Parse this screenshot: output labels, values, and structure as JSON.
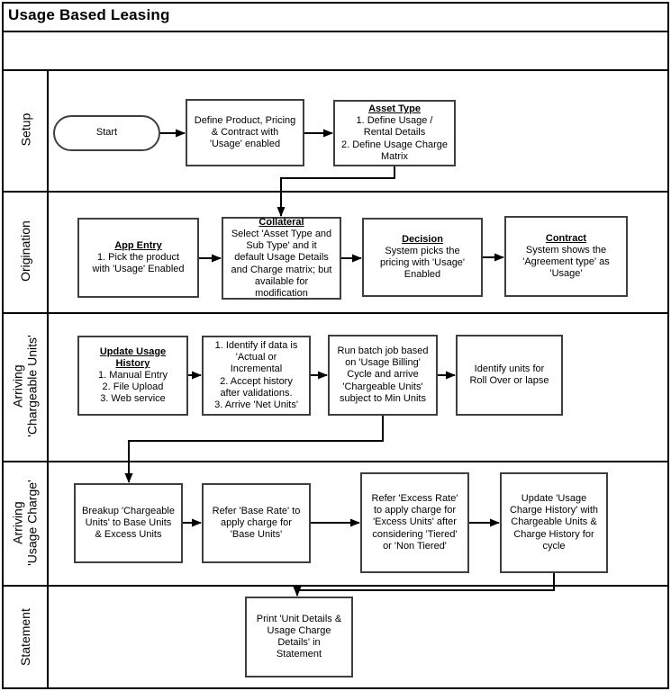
{
  "title": "Usage Based Leasing",
  "lanes": [
    {
      "label": "Setup"
    },
    {
      "label": "Origination"
    },
    {
      "label": "Arriving\n'Chargeable Units'"
    },
    {
      "label": "Arriving\n'Usage Charge'"
    },
    {
      "label": "Statement"
    }
  ],
  "nodes": {
    "start": {
      "body": "Start"
    },
    "define_product": {
      "body": "Define Product, Pricing\n& Contract with\n'Usage' enabled"
    },
    "asset_type": {
      "header": "Asset Type",
      "body": "1. Define Usage /\nRental Details\n2. Define Usage Charge\nMatrix"
    },
    "app_entry": {
      "header": "App Entry",
      "body": "1. Pick the product\nwith 'Usage' Enabled"
    },
    "collateral": {
      "header": "Collateral",
      "body": "Select 'Asset Type and\nSub Type' and it\ndefault Usage Details\nand Charge matrix; but\navailable for\nmodification"
    },
    "decision": {
      "header": "Decision",
      "body": "System picks the\npricing with 'Usage'\nEnabled"
    },
    "contract": {
      "header": "Contract",
      "body": "System shows the\n'Agreement type' as\n'Usage'"
    },
    "update_usage_history": {
      "header": "Update Usage\nHistory",
      "body": "1. Manual Entry\n2. File Upload\n3. Web service"
    },
    "identify_data": {
      "body": "1. Identify if data is\n'Actual or\nIncremental\n2. Accept history\nafter validations.\n3. Arrive 'Net Units'"
    },
    "run_batch": {
      "body": "Run batch job based\non 'Usage Billing'\nCycle and arrive\n'Chargeable Units'\nsubject to Min Units"
    },
    "identify_units": {
      "body": "Identify units for\nRoll Over or lapse"
    },
    "breakup": {
      "body": "Breakup 'Chargeable\nUnits' to Base Units\n& Excess Units"
    },
    "refer_base": {
      "body": "Refer 'Base Rate' to\napply charge for\n'Base Units'"
    },
    "refer_excess": {
      "body": "Refer 'Excess Rate'\nto apply charge for\n'Excess Units' after\nconsidering 'Tiered'\nor 'Non Tiered'"
    },
    "update_history": {
      "body": "Update 'Usage\nCharge History' with\nChargeable Units &\nCharge History for\ncycle"
    },
    "print_statement": {
      "body": "Print 'Unit Details &\nUsage Charge\nDetails' in\nStatement"
    }
  },
  "colors": {
    "line": "#000000",
    "box_border": "#3f3f3f",
    "background": "#ffffff"
  }
}
